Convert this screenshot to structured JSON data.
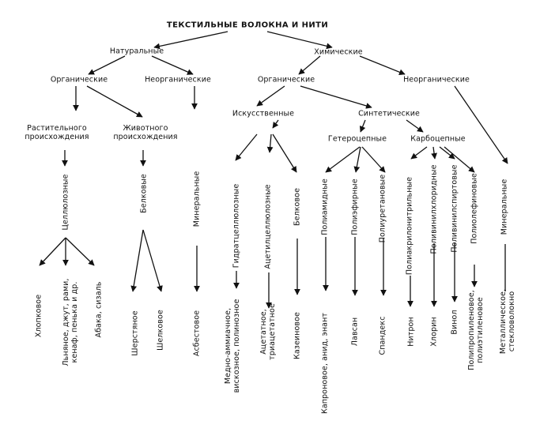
{
  "title": "ТЕКСТИЛЬНЫЕ ВОЛОКНА И НИТИ",
  "natural": "Натуральные",
  "chemical": "Химические",
  "nat_organic": "Органические",
  "nat_inorganic": "Неорганические",
  "chem_organic": "Органические",
  "chem_inorganic": "Неорганические",
  "plant": [
    "Растительного",
    "происхождения"
  ],
  "animal": [
    "Животного",
    "происхождения"
  ],
  "artificial": "Искусственные",
  "synthetic": "Синтетические",
  "heterochain": "Гетероцепные",
  "carbochain": "Карбоцепные",
  "cellulose": "Целлюлозные",
  "protein": "Белковые",
  "mineral_nat": "Минеральные",
  "hydrate_cellulose": "Гидратцеллюлозные",
  "acetate_cellulose": "Ацетилцеллюлозные",
  "protein_art": "Белковое",
  "polyamide": "Полиамидные",
  "polyester": "Полиэфирные",
  "polyurethane": "Полиуретановые",
  "polyacrylonitrile": "Полиакрилонитрильные",
  "polyvinylchloride": "Поливинилхлоридные",
  "polyvinylalcohol": "Поливинилспиртовые",
  "polyolefin": "Полиолефиновые",
  "mineral_chem": "Минеральные",
  "leaf_cotton": "Хлопковое",
  "leaf_bast": [
    "Льняное, джут, рами,",
    "кенаф, пенька и др."
  ],
  "leaf_abaca": "Абака, сизаль",
  "leaf_wool": "Шерстяное",
  "leaf_silk": "Шелковое",
  "leaf_asbestos": "Асбестовое",
  "leaf_viscose": [
    "Медно-аммиачное,",
    "вискозное, полинозное"
  ],
  "leaf_acetate": [
    "Ацетатное,",
    "триацетатное"
  ],
  "leaf_casein": "Казеиновое",
  "leaf_capron": "Капроновое, анид, энант",
  "leaf_lavsan": "Лавсан",
  "leaf_spandex": "Спандекс",
  "leaf_nitron": "Нитрон",
  "leaf_chlorin": "Хлорин",
  "leaf_vinol": "Винол",
  "leaf_polyprop": [
    "Полипропиленовое,",
    "полиэтиленовое"
  ],
  "leaf_metal": [
    "Металлическое,",
    "стекловолокно"
  ]
}
